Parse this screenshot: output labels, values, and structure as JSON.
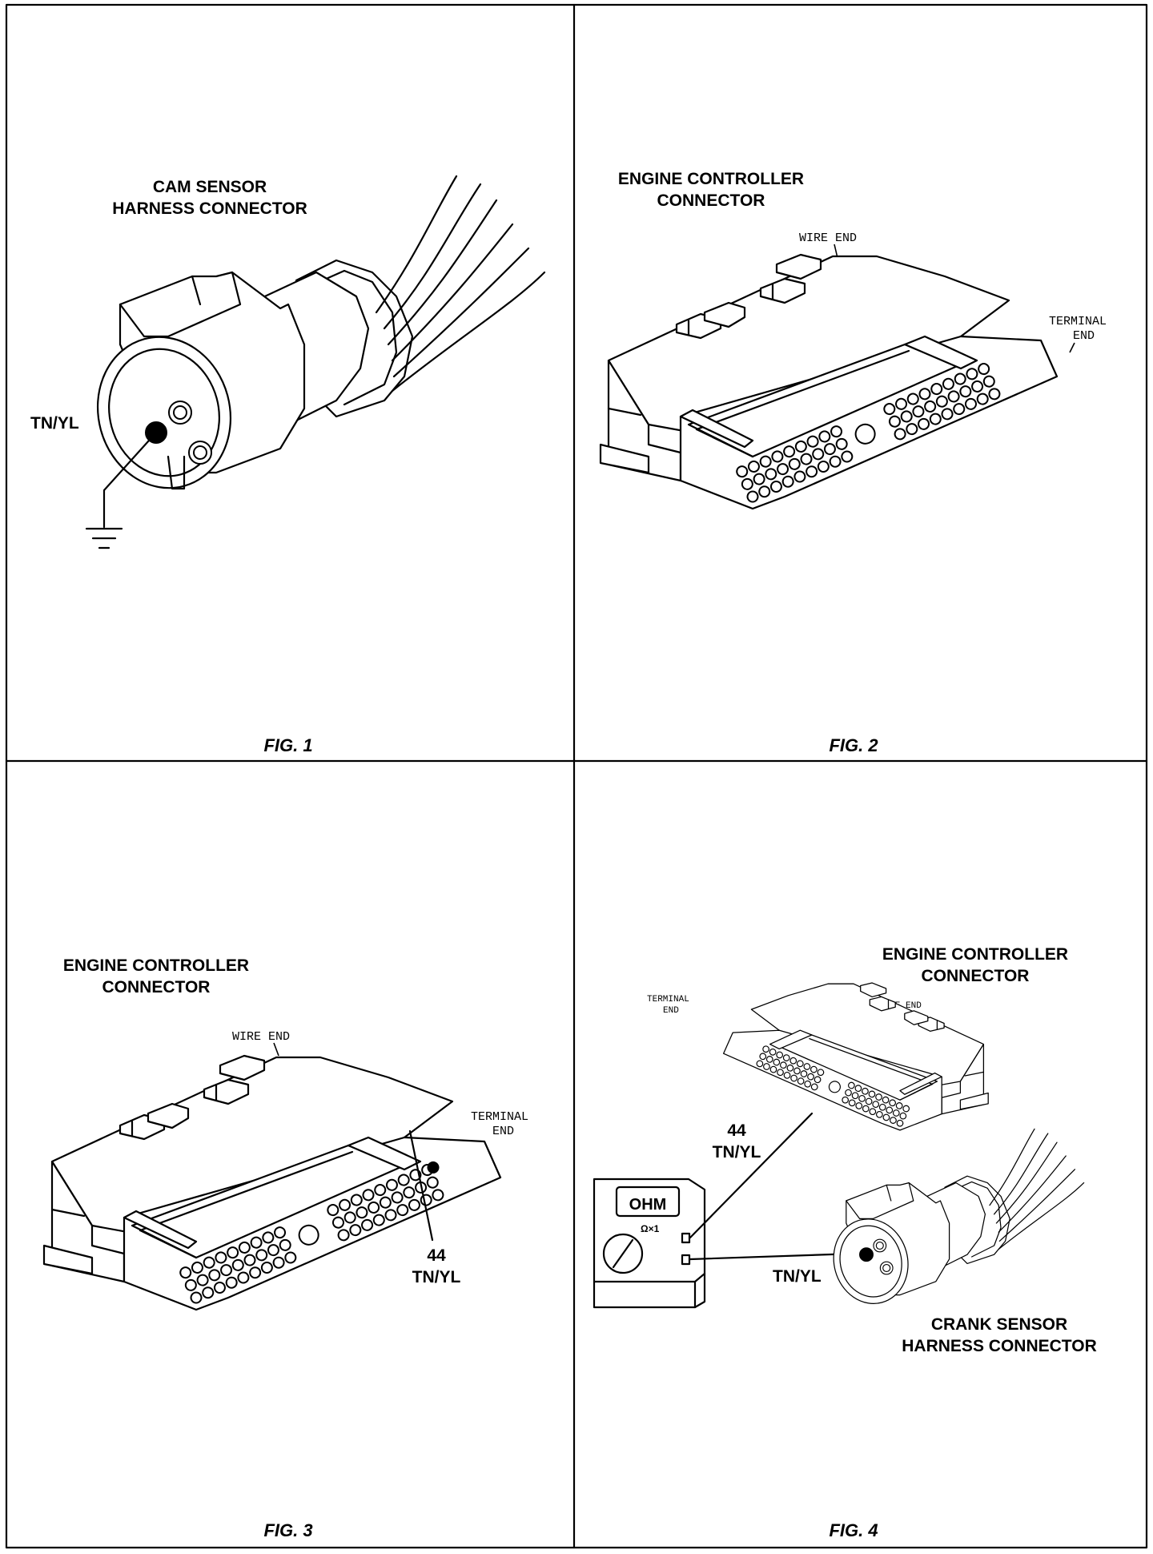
{
  "figures": [
    {
      "caption": "FIG. 1",
      "title_lines": [
        "CAM SENSOR",
        "HARNESS CONNECTOR"
      ],
      "wire_label": "TN/YL"
    },
    {
      "caption": "FIG. 2",
      "title_lines": [
        "ENGINE CONTROLLER",
        "CONNECTOR"
      ],
      "wire_end_label": "WIRE END",
      "terminal_end_lines": [
        "TERMINAL",
        "END"
      ]
    },
    {
      "caption": "FIG. 3",
      "title_lines": [
        "ENGINE CONTROLLER",
        "CONNECTOR"
      ],
      "wire_end_label": "WIRE END",
      "terminal_end_lines": [
        "TERMINAL",
        "END"
      ],
      "pin_number": "44",
      "pin_color": "TN/YL"
    },
    {
      "caption": "FIG. 4",
      "title_lines": [
        "ENGINE CONTROLLER",
        "CONNECTOR"
      ],
      "wire_end_label": "WIRE END",
      "terminal_end_lines": [
        "TERMINAL",
        "END"
      ],
      "pin_number": "44",
      "pin_color": "TN/YL",
      "meter_display": "OHM",
      "meter_range": "Ω×1",
      "sensor_wire_label": "TN/YL",
      "sensor_title_lines": [
        "CRANK SENSOR",
        "HARNESS CONNECTOR"
      ]
    }
  ],
  "colors": {
    "line": "#000000",
    "background": "#ffffff"
  }
}
